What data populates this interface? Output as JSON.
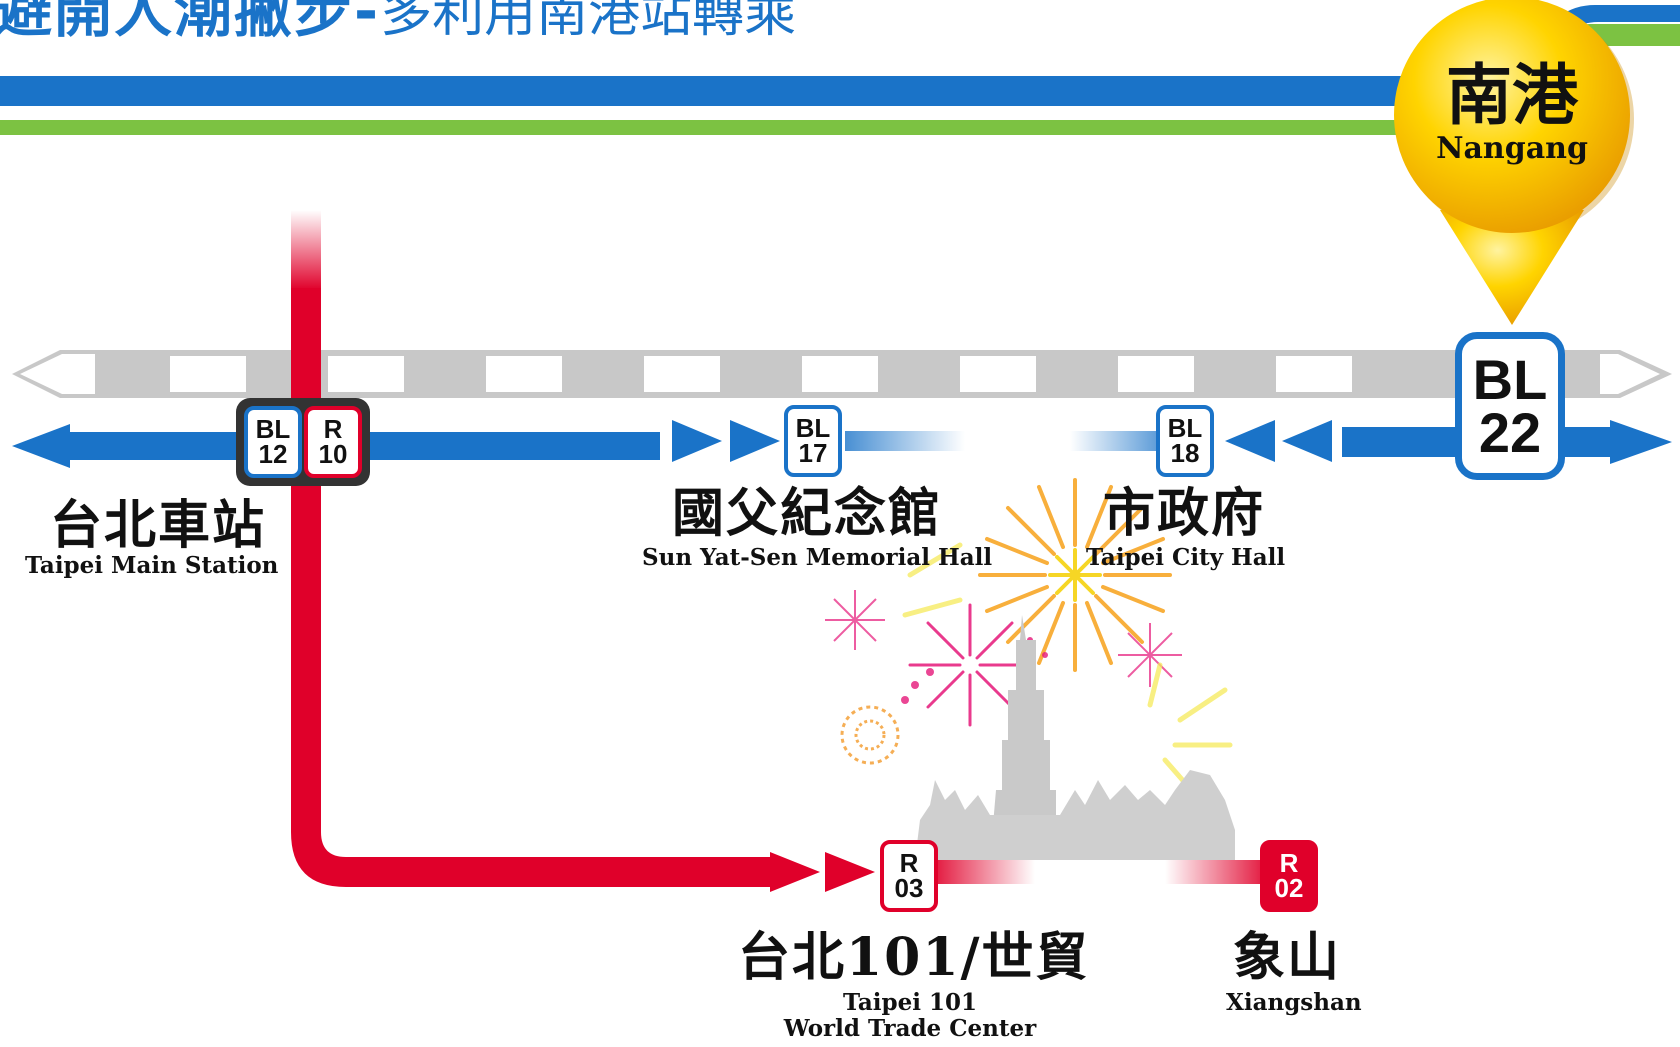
{
  "headline": {
    "bold": "避開人潮撇步-",
    "light": "多利用南港站轉乘"
  },
  "colors": {
    "blue_line": "#1a73c8",
    "red_line": "#e0002a",
    "green_line": "#7cc242",
    "rail_gray": "#c8c8c8",
    "pin_yellow": "#f5b800"
  },
  "stations": {
    "taipei_main": {
      "zh": "台北車站",
      "en": "Taipei Main Station",
      "codes": [
        [
          "BL",
          "12"
        ],
        [
          "R",
          "10"
        ]
      ]
    },
    "sun_yat_sen": {
      "zh": "國父紀念館",
      "en": "Sun Yat-Sen Memorial Hall",
      "code": [
        "BL",
        "17"
      ]
    },
    "city_hall": {
      "zh": "市政府",
      "en": "Taipei City Hall",
      "code": [
        "BL",
        "18"
      ]
    },
    "nangang": {
      "zh": "南港",
      "en": "Nangang",
      "code": [
        "BL",
        "22"
      ]
    },
    "taipei_101": {
      "zh": "台北101/世貿",
      "en_line1": "Taipei 101",
      "en_line2": "World Trade Center",
      "code": [
        "R",
        "03"
      ]
    },
    "xiangshan": {
      "zh": "象山",
      "en": "Xiangshan",
      "code": [
        "R",
        "02"
      ]
    }
  },
  "illustration": {
    "subject": "fireworks-over-taipei-101-crowd"
  }
}
